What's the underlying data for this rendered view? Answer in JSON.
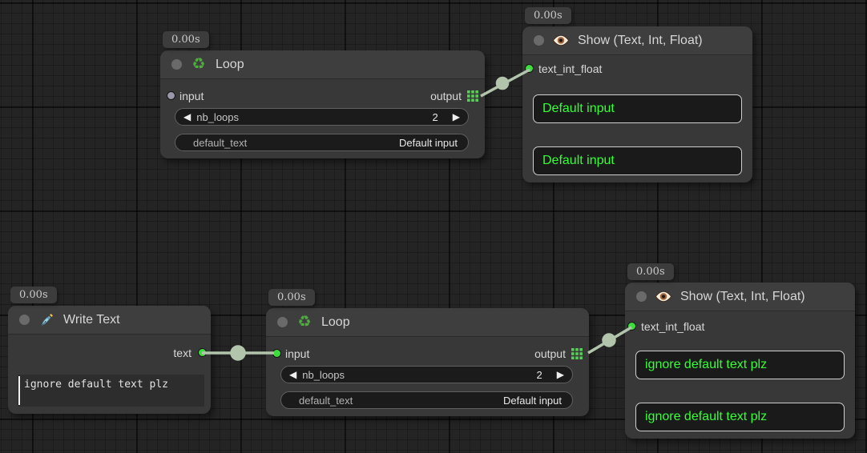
{
  "colors": {
    "canvas_bg": "#242424",
    "node_bg": "#383838",
    "node_header": "#3e3e3e",
    "widget_bg": "#1b1b1b",
    "link": "#b2c4ac",
    "socket_green": "#3fdc3f",
    "socket_gray": "#9a97a8",
    "show_text_green": "#35ff35"
  },
  "icons": {
    "left_arrow": "◀",
    "right_arrow": "▶",
    "recycle": "♻"
  },
  "nodes": {
    "loop_top": {
      "badge": "0.00s",
      "title": "Loop",
      "input_label": "input",
      "output_label": "output",
      "widgets": {
        "nb_loops": {
          "label": "nb_loops",
          "value": "2"
        },
        "default_text": {
          "label": "default_text",
          "value": "Default input"
        }
      }
    },
    "show_top": {
      "badge": "0.00s",
      "title": "Show (Text, Int, Float)",
      "input_label": "text_int_float",
      "boxes": [
        "Default input",
        "Default input"
      ]
    },
    "write_text": {
      "badge": "0.00s",
      "title": "Write Text",
      "output_label": "text",
      "textarea_value": "ignore default text plz"
    },
    "loop_bottom": {
      "badge": "0.00s",
      "title": "Loop",
      "input_label": "input",
      "output_label": "output",
      "widgets": {
        "nb_loops": {
          "label": "nb_loops",
          "value": "2"
        },
        "default_text": {
          "label": "default_text",
          "value": "Default input"
        }
      }
    },
    "show_bottom": {
      "badge": "0.00s",
      "title": "Show (Text, Int, Float)",
      "input_label": "text_int_float",
      "boxes": [
        "ignore default text plz",
        "ignore default text plz"
      ]
    }
  }
}
